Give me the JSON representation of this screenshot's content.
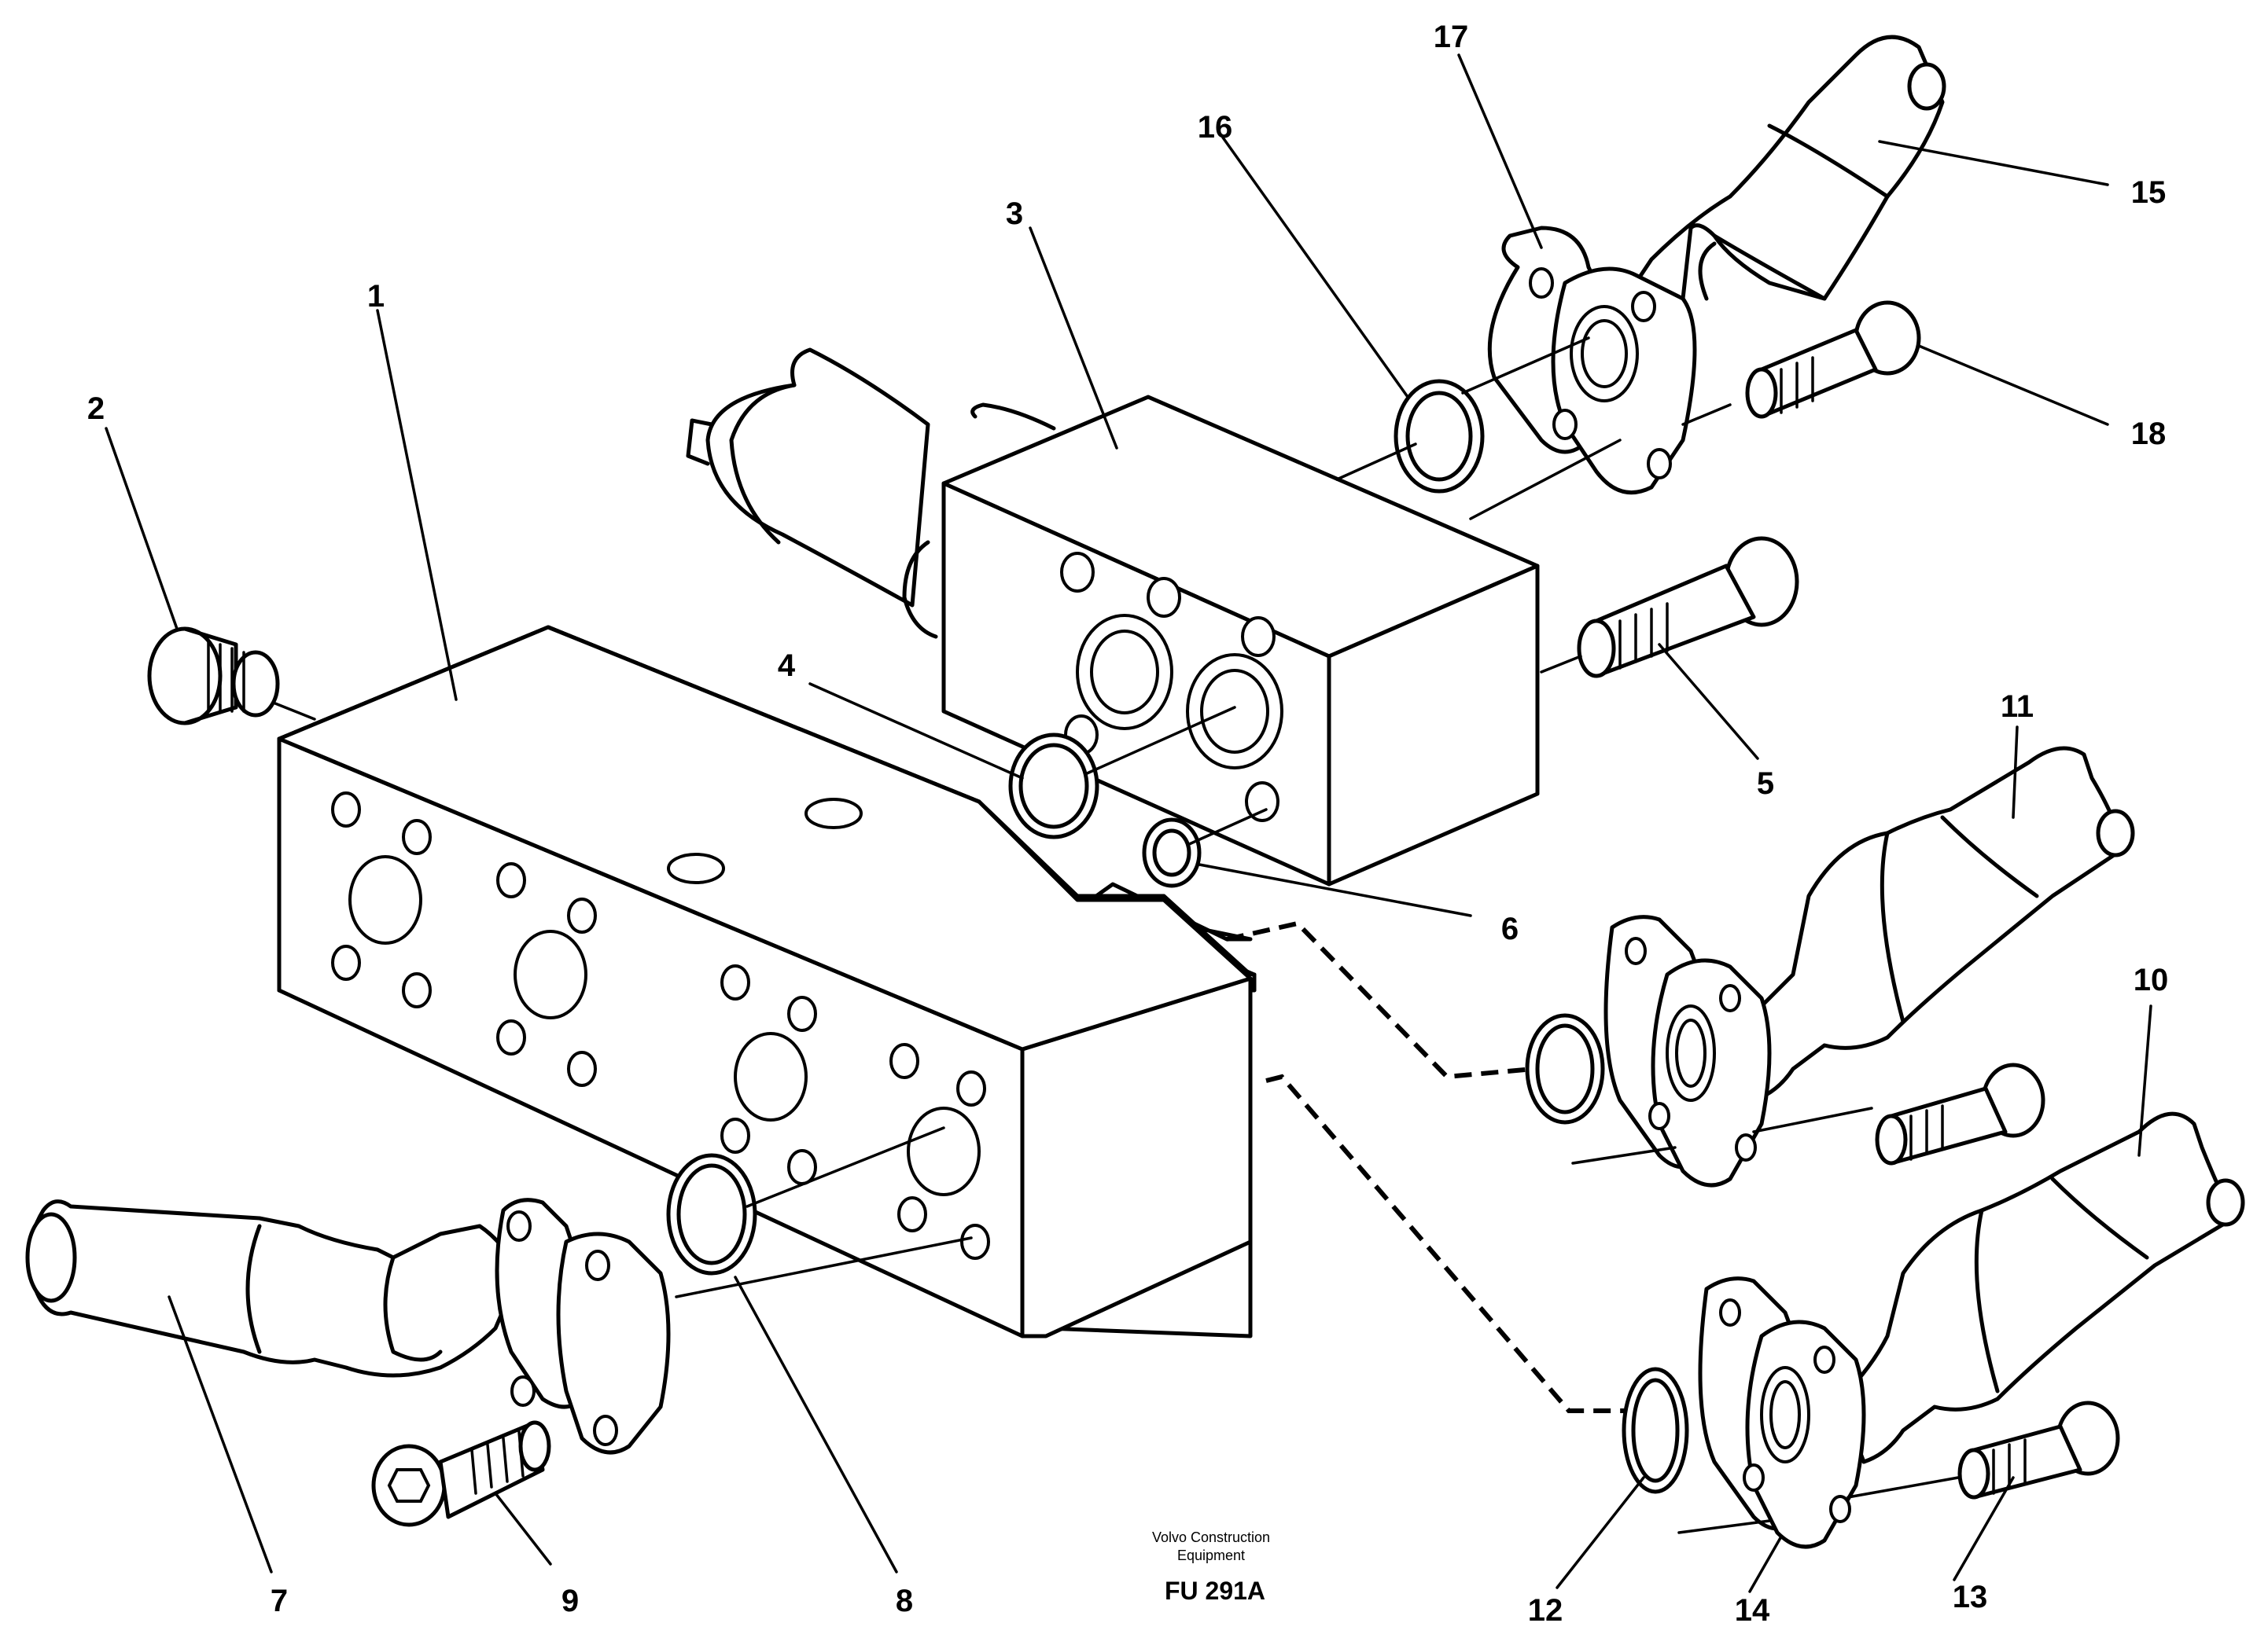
{
  "diagram": {
    "part_labels": [
      {
        "id": "1",
        "text": "1"
      },
      {
        "id": "2",
        "text": "2"
      },
      {
        "id": "3",
        "text": "3"
      },
      {
        "id": "4",
        "text": "4"
      },
      {
        "id": "5",
        "text": "5"
      },
      {
        "id": "6",
        "text": "6"
      },
      {
        "id": "7",
        "text": "7"
      },
      {
        "id": "8",
        "text": "8"
      },
      {
        "id": "9",
        "text": "9"
      },
      {
        "id": "10",
        "text": "10"
      },
      {
        "id": "11",
        "text": "11"
      },
      {
        "id": "12",
        "text": "12"
      },
      {
        "id": "13",
        "text": "13"
      },
      {
        "id": "14",
        "text": "14"
      },
      {
        "id": "15",
        "text": "15"
      },
      {
        "id": "16",
        "text": "16"
      },
      {
        "id": "17",
        "text": "17"
      },
      {
        "id": "18",
        "text": "18"
      }
    ],
    "caption": {
      "line1": "Volvo Construction",
      "line2": "Equipment",
      "code": "FU 291A"
    }
  }
}
